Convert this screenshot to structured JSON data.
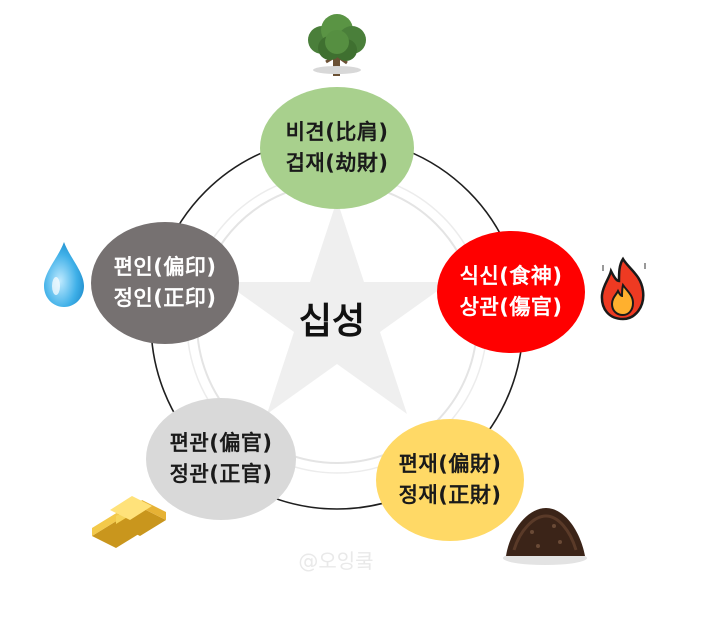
{
  "center_label": "십성",
  "watermark": "@오잉쿸",
  "nodes": [
    {
      "id": "bigyeon",
      "line1": "비견(比肩)",
      "line2": "겁재(劫財)",
      "color": "#a8d08d",
      "text_color": "#1a1a1a",
      "element_icon": "tree-icon"
    },
    {
      "id": "siksin",
      "line1": "식신(食神)",
      "line2": "상관(傷官)",
      "color": "#ff0000",
      "text_color": "#ffffff",
      "element_icon": "fire-icon"
    },
    {
      "id": "pyeonjae",
      "line1": "편재(偏財)",
      "line2": "정재(正財)",
      "color": "#ffd966",
      "text_color": "#1a1a1a",
      "element_icon": "soil-icon"
    },
    {
      "id": "pyeongwan",
      "line1": "편관(偏官)",
      "line2": "정관(正官)",
      "color": "#d9d9d9",
      "text_color": "#1a1a1a",
      "element_icon": "gold-bars-icon"
    },
    {
      "id": "pyeonin",
      "line1": "편인(偏印)",
      "line2": "정인(正印)",
      "color": "#767171",
      "text_color": "#ffffff",
      "element_icon": "water-drop-icon"
    }
  ]
}
